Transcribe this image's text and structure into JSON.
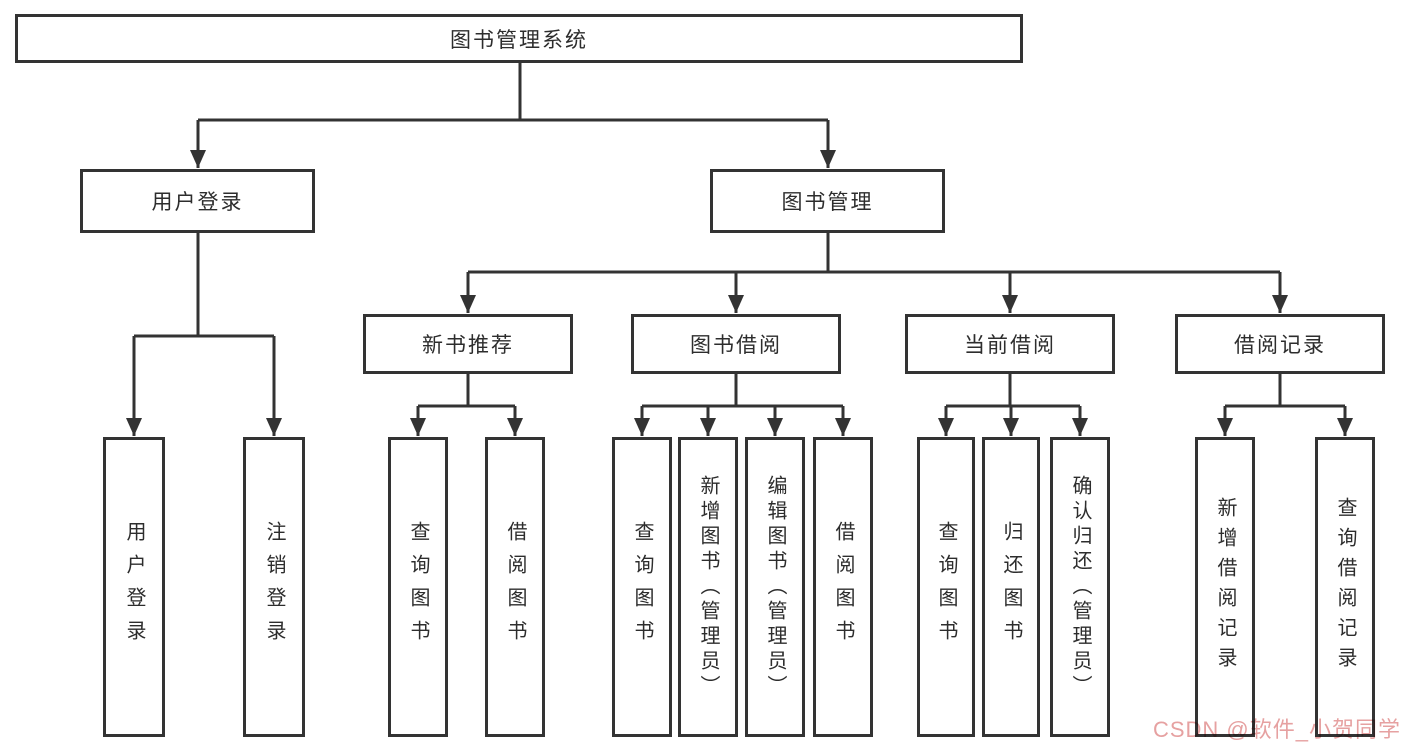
{
  "diagram": {
    "type": "hierarchy-tree",
    "title": "图书管理系统",
    "hierarchy": {
      "图书管理系统": {
        "用户登录": [
          "用户登录",
          "注销登录"
        ],
        "图书管理": {
          "新书推荐": [
            "查询图书",
            "借阅图书"
          ],
          "图书借阅": [
            "查询图书",
            "新增图书（管理员）",
            "编辑图书（管理员）",
            "借阅图书"
          ],
          "当前借阅": [
            "查询图书",
            "归还图书",
            "确认归还（管理员）"
          ],
          "借阅记录": [
            "新增借阅记录",
            "查询借阅记录"
          ]
        }
      }
    }
  },
  "nodes": {
    "root": {
      "label": "图书管理系统"
    },
    "userLogin": {
      "label": "用户登录"
    },
    "bookMgmt": {
      "label": "图书管理"
    },
    "login": {
      "label": "用户登录"
    },
    "logout": {
      "label": "注销登录"
    },
    "newBookRec": {
      "label": "新书推荐"
    },
    "bookBorrow": {
      "label": "图书借阅"
    },
    "currentBorrow": {
      "label": "当前借阅"
    },
    "borrowRecord": {
      "label": "借阅记录"
    },
    "nbrQuery": {
      "label": "查询图书"
    },
    "nbrBorrow": {
      "label": "借阅图书"
    },
    "bbQuery": {
      "label": "查询图书"
    },
    "bbAdd": {
      "label": "新增图书（管理员）"
    },
    "bbEdit": {
      "label": "编辑图书（管理员）"
    },
    "bbBorrow": {
      "label": "借阅图书"
    },
    "cbQuery": {
      "label": "查询图书"
    },
    "cbReturn": {
      "label": "归还图书"
    },
    "cbConfirm": {
      "label": "确认归还（管理员）"
    },
    "brAdd": {
      "label": "新增借阅记录"
    },
    "brQuery": {
      "label": "查询借阅记录"
    }
  },
  "watermark": {
    "text": "CSDN @软件_小贺同学"
  },
  "colors": {
    "line": "#333333",
    "box_border": "#333333",
    "text": "#2d2d2d",
    "background": "#ffffff",
    "watermark": "#e6a1a1"
  }
}
